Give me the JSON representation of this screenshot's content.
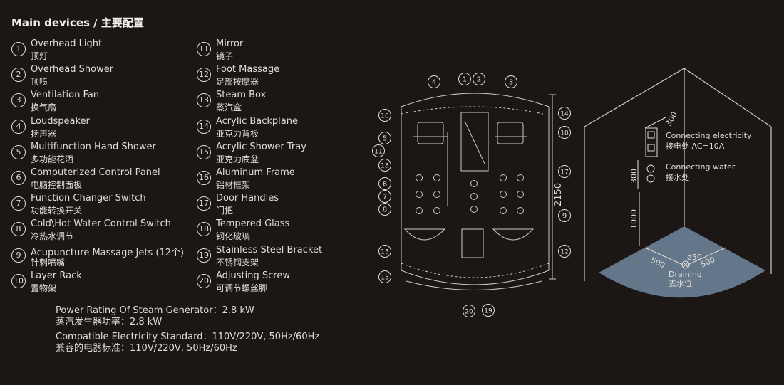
{
  "title": "Main devices / 主要配置",
  "devices": [
    {
      "num": "1",
      "en": "Overhead Light",
      "zh": "顶灯"
    },
    {
      "num": "2",
      "en": "Overhead Shower",
      "zh": "顶喷"
    },
    {
      "num": "3",
      "en": "Ventilation Fan",
      "zh": "换气扇"
    },
    {
      "num": "4",
      "en": "Loudspeaker",
      "zh": "扬声器"
    },
    {
      "num": "5",
      "en": "Muitifunction Hand Shower",
      "zh": "多功能花洒"
    },
    {
      "num": "6",
      "en": "Computerized Control Panel",
      "zh": "电脑控制面板"
    },
    {
      "num": "7",
      "en": "Function Changer Switch",
      "zh": "功能转换开关"
    },
    {
      "num": "8",
      "en": "Cold\\Hot Water Control Switch",
      "zh": "冷热水调节"
    },
    {
      "num": "9",
      "en": "Acupuncture Massage Jets (12个)",
      "zh": "针刺喷嘴"
    },
    {
      "num": "10",
      "en": "Layer Rack",
      "zh": "置物架"
    },
    {
      "num": "11",
      "en": "Mirror",
      "zh": "镜子"
    },
    {
      "num": "12",
      "en": "Foot Massage",
      "zh": "足部按摩器"
    },
    {
      "num": "13",
      "en": "Steam Box",
      "zh": "蒸汽盒"
    },
    {
      "num": "14",
      "en": "Acrylic Backplane",
      "zh": "亚克力背板"
    },
    {
      "num": "15",
      "en": "Acrylic Shower Tray",
      "zh": "亚克力底盆"
    },
    {
      "num": "16",
      "en": "Aluminum Frame",
      "zh": "铝材框架"
    },
    {
      "num": "17",
      "en": "Door Handles",
      "zh": "门把"
    },
    {
      "num": "18",
      "en": "Tempered Glass",
      "zh": "钢化玻璃"
    },
    {
      "num": "19",
      "en": "Stainless Steel Bracket",
      "zh": "不锈钢支架"
    },
    {
      "num": "20",
      "en": "Adjusting Screw",
      "zh": "可调节螺丝脚"
    }
  ],
  "specs": {
    "power_en": "Power Rating Of Steam Generator：2.8 kW",
    "power_zh": "蒸汽发生器功率：2.8 kW",
    "elec_en": "Compatible Electricity Standard：110V/220V, 50Hz/60Hz",
    "elec_zh": "兼容的电器标准：110V/220V, 50Hz/60Hz"
  },
  "shower_diagram": {
    "height": "2150",
    "callouts": {
      "top": [
        "4",
        "1",
        "2",
        "3"
      ],
      "left": [
        "16",
        "5",
        "11",
        "18",
        "6",
        "7",
        "8",
        "13",
        "15"
      ],
      "right": [
        "14",
        "10",
        "17",
        "9",
        "12"
      ],
      "bottom": [
        "20",
        "19"
      ]
    }
  },
  "install_diagram": {
    "dim_top": "300",
    "dim_mid": "300",
    "dim_height": "1000",
    "dim_left": "500",
    "dim_right": "500",
    "drain_dia": "ø50",
    "elec_en": "Connecting electricity",
    "elec_zh": "接电处  AC=10A",
    "water_en": "Connecting water",
    "water_zh": "接水处",
    "drain_en": "Draining",
    "drain_zh": "去水位"
  }
}
